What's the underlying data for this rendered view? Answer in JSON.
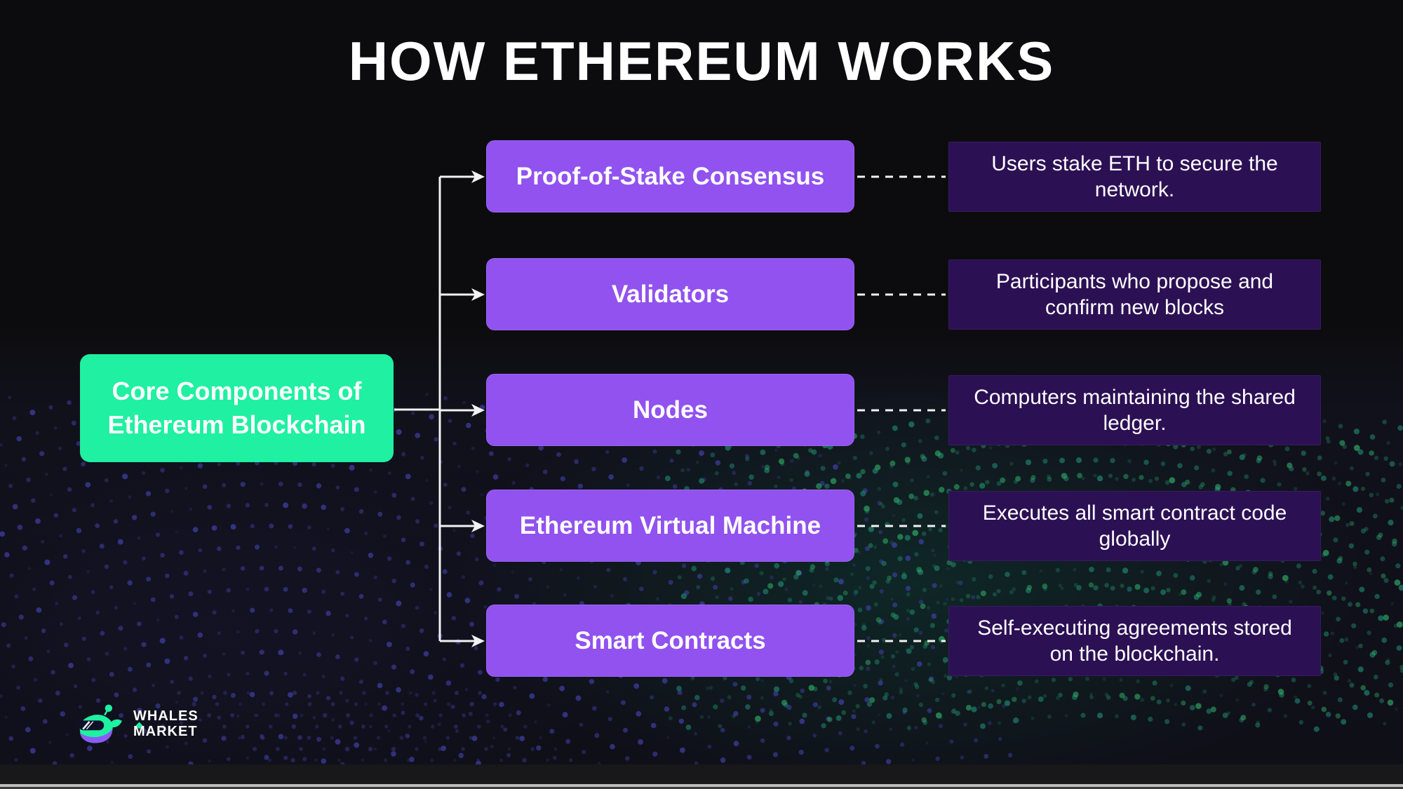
{
  "title": "HOW ETHEREUM WORKS",
  "root_node": {
    "label": "Core Components of Ethereum Blockchain"
  },
  "components": [
    {
      "label": "Proof-of-Stake Consensus",
      "description": "Users stake ETH to secure the network."
    },
    {
      "label": "Validators",
      "description": "Participants who propose and confirm new blocks"
    },
    {
      "label": "Nodes",
      "description": "Computers maintaining the shared ledger."
    },
    {
      "label": "Ethereum Virtual Machine",
      "description": "Executes all smart contract code globally"
    },
    {
      "label": "Smart Contracts",
      "description": "Self-executing agreements stored on the blockchain."
    }
  ],
  "logo": {
    "line1": "WHALES",
    "line2": "MARKET"
  },
  "colors": {
    "accent_green": "#1ff0a1",
    "node_purple": "#9152ef",
    "description_bg": "#2c1054",
    "connector_white": "#f2f2f2",
    "dot_indigo": "#4343b0",
    "dot_teal": "#1f8570",
    "dot_green": "#2fa862",
    "background": "#0c0c0e"
  }
}
